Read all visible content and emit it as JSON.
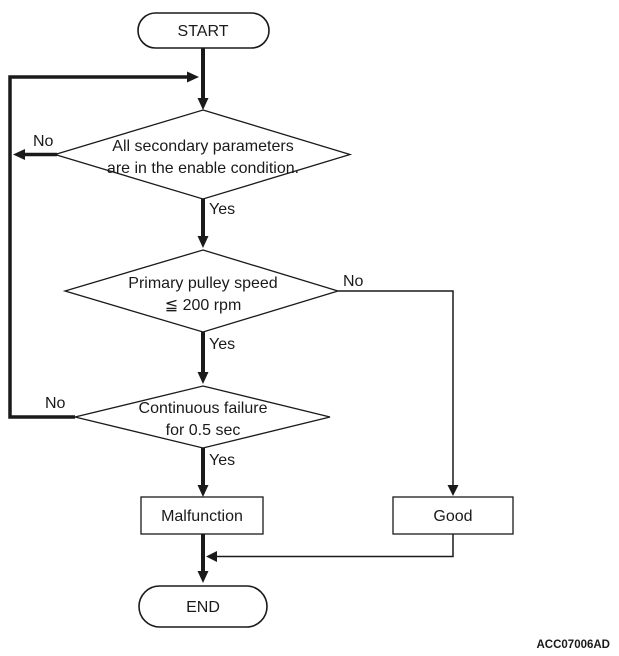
{
  "diagram": {
    "type": "flowchart",
    "figure_code": "ACC07006AD",
    "colors": {
      "line": "#1a1a1a",
      "background": "#ffffff"
    },
    "nodes": {
      "start": {
        "type": "terminator",
        "label": "START"
      },
      "decision1": {
        "type": "decision",
        "line1": "All secondary parameters",
        "line2": "are in the enable condition."
      },
      "decision2": {
        "type": "decision",
        "line1": "Primary pulley speed",
        "line2": "≦ 200 rpm"
      },
      "decision3": {
        "type": "decision",
        "line1": "Continuous failure",
        "line2": "for 0.5 sec"
      },
      "malfunction": {
        "type": "process",
        "label": "Malfunction"
      },
      "good": {
        "type": "process",
        "label": "Good"
      },
      "end": {
        "type": "terminator",
        "label": "END"
      }
    },
    "edges": {
      "decision1_no": "No",
      "decision1_yes": "Yes",
      "decision2_no": "No",
      "decision2_yes": "Yes",
      "decision3_no": "No",
      "decision3_yes": "Yes"
    }
  }
}
